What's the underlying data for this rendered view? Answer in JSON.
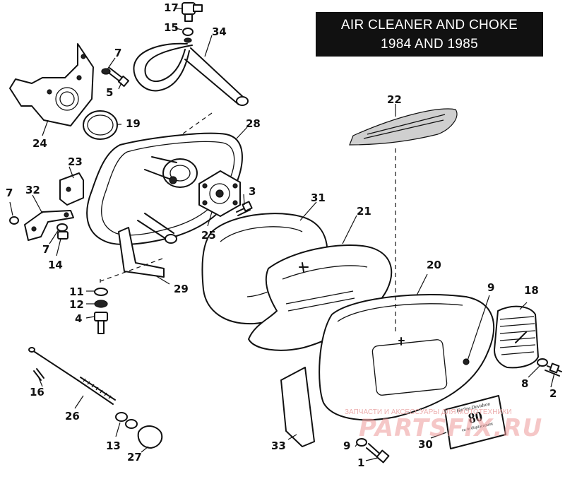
{
  "title": {
    "line1": "AIR CLEANER AND CHOKE",
    "line2": "1984 AND 1985"
  },
  "callouts": {
    "c1": "1",
    "c2": "2",
    "c3": "3",
    "c4": "4",
    "c5": "5",
    "c7a": "7",
    "c7b": "7",
    "c7c": "7",
    "c8": "8",
    "c9a": "9",
    "c9b": "9",
    "c11": "11",
    "c12": "12",
    "c13": "13",
    "c14": "14",
    "c15": "15",
    "c16": "16",
    "c17": "17",
    "c18": "18",
    "c19": "19",
    "c20": "20",
    "c21": "21",
    "c22": "22",
    "c23": "23",
    "c24": "24",
    "c25": "25",
    "c26": "26",
    "c27": "27",
    "c28": "28",
    "c29": "29",
    "c30": "30",
    "c31": "31",
    "c32": "32",
    "c33": "33",
    "c34": "34"
  },
  "insert_plate": {
    "brand": "Harley-Davidson",
    "number": "80",
    "caption": "cu in displacement"
  },
  "watermark": {
    "top_text": "ЗАПЧАСТИ И АКСЕССУАРЫ ДЛЯ МОТОТЕХНИКИ",
    "main_text": "PARTSFIX.RU"
  }
}
